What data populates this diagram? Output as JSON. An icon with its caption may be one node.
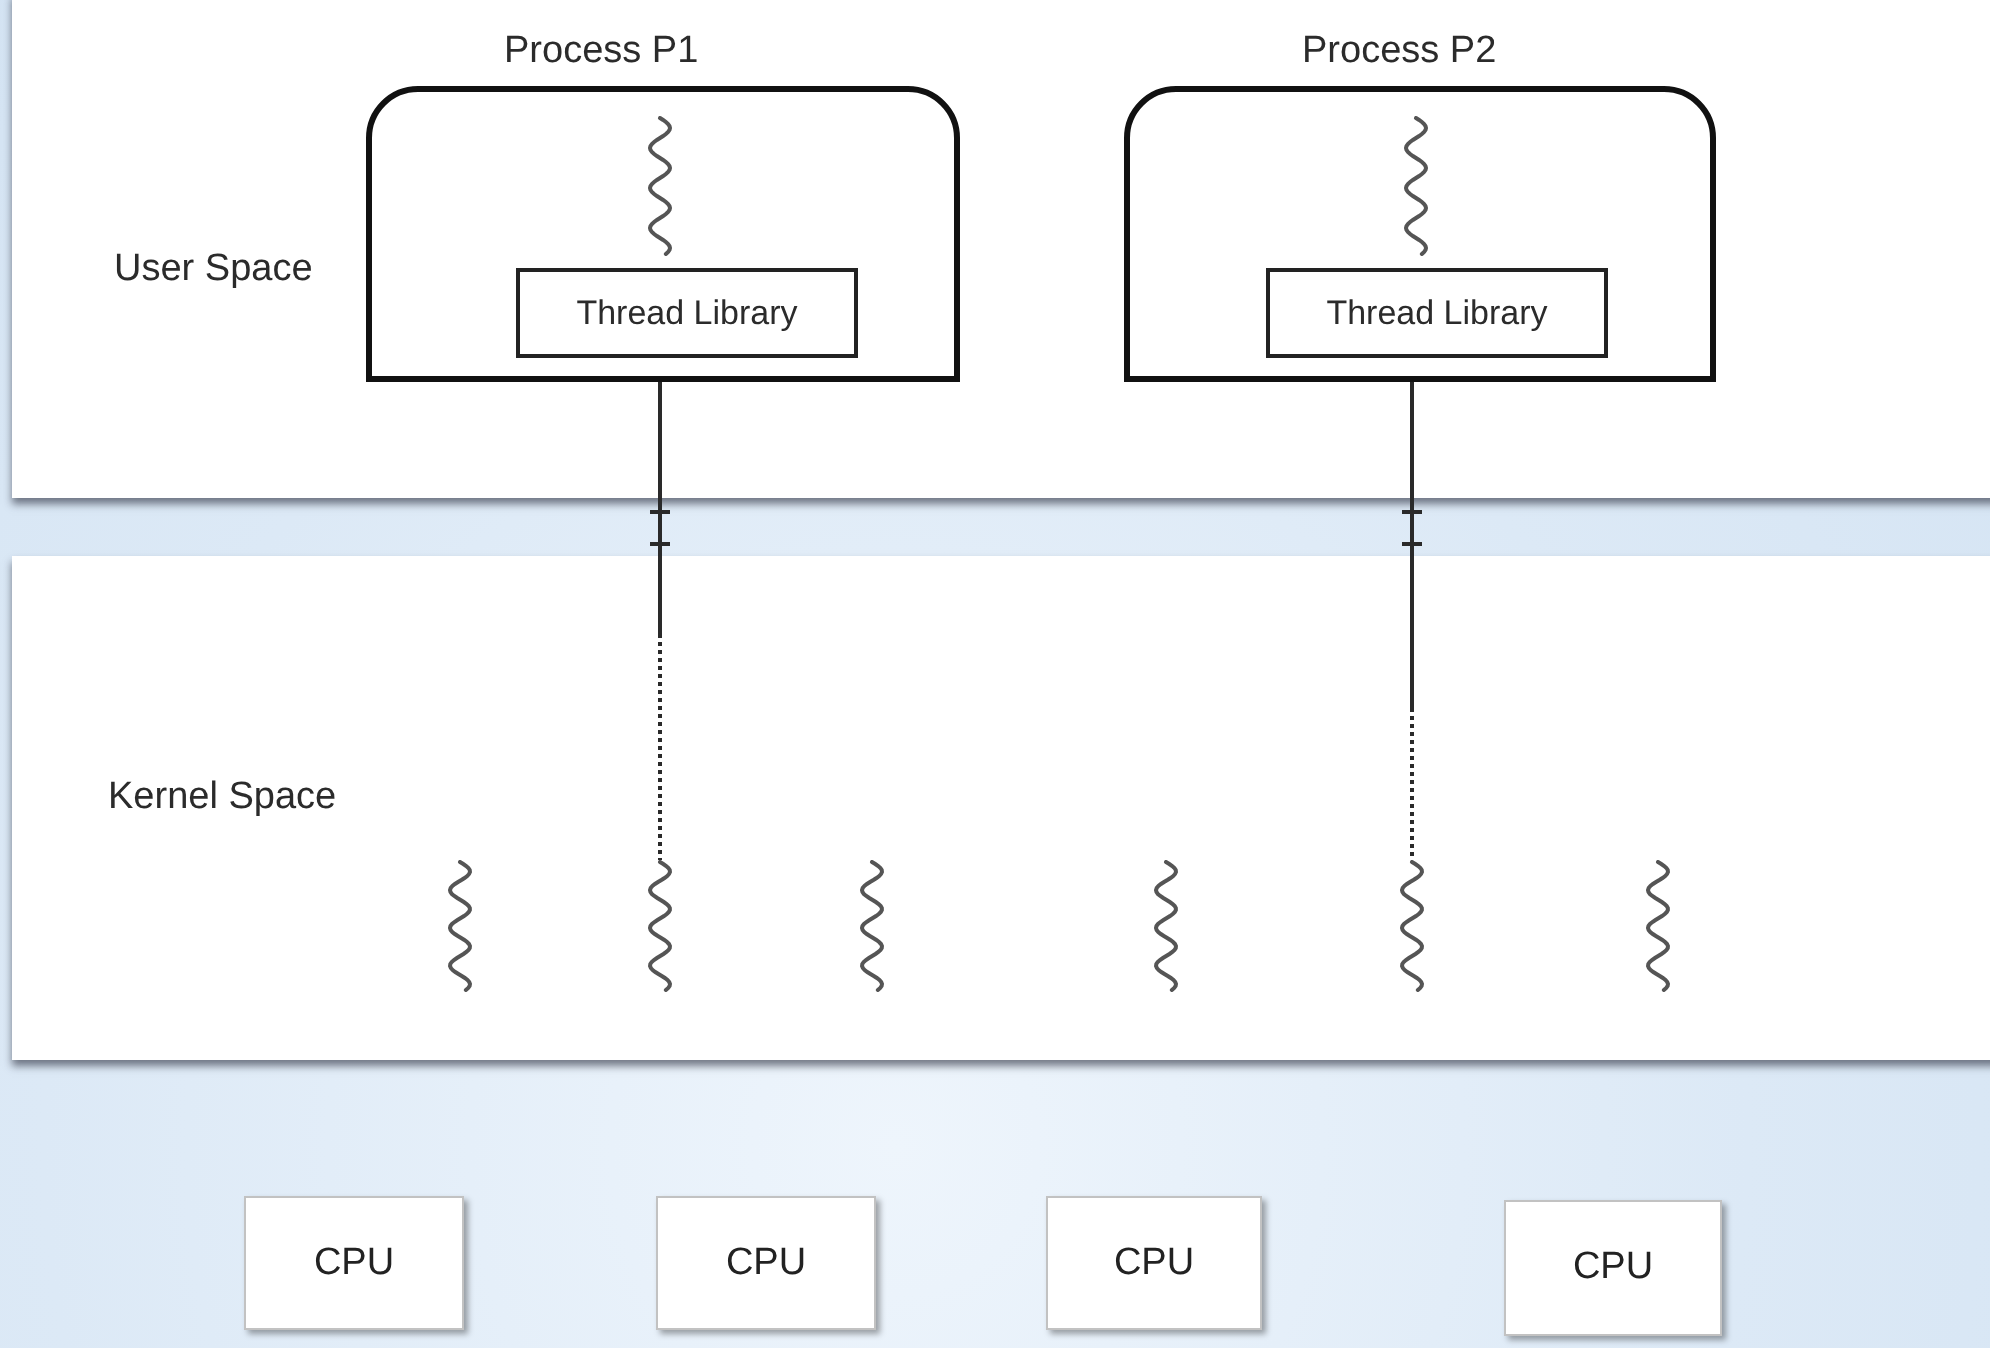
{
  "diagram": {
    "nodes": [
      {
        "text": [
          "User Space"
        ]
      },
      {
        "text": [
          "Process P1"
        ],
        "in": 0
      },
      {
        "text": [],
        "shape": "wave",
        "in": 1
      },
      {
        "text": [
          "Thread Library"
        ],
        "in": 1
      },
      {
        "text": [
          "Process P2"
        ],
        "in": 0
      },
      {
        "text": [],
        "shape": "wave",
        "in": 4
      },
      {
        "text": [
          "Thread Library"
        ],
        "in": 4
      },
      {
        "text": [
          "Kernel Space"
        ]
      },
      {
        "text": [],
        "shape": "wave",
        "in": 7
      },
      {
        "text": [],
        "shape": "wave",
        "in": 7
      },
      {
        "text": [],
        "shape": "wave",
        "in": 7
      },
      {
        "text": [],
        "shape": "wave",
        "in": 7
      },
      {
        "text": [],
        "shape": "wave",
        "in": 7
      },
      {
        "text": [],
        "shape": "wave",
        "in": 7
      },
      {
        "text": [
          "CPU"
        ]
      },
      {
        "text": [
          "CPU"
        ]
      },
      {
        "text": [
          "CPU"
        ]
      },
      {
        "text": [
          "CPU"
        ]
      }
    ],
    "edges": [
      {
        "from": 1,
        "to": 9,
        "arrow": "none"
      },
      {
        "from": 4,
        "to": 12,
        "arrow": "none"
      }
    ]
  }
}
